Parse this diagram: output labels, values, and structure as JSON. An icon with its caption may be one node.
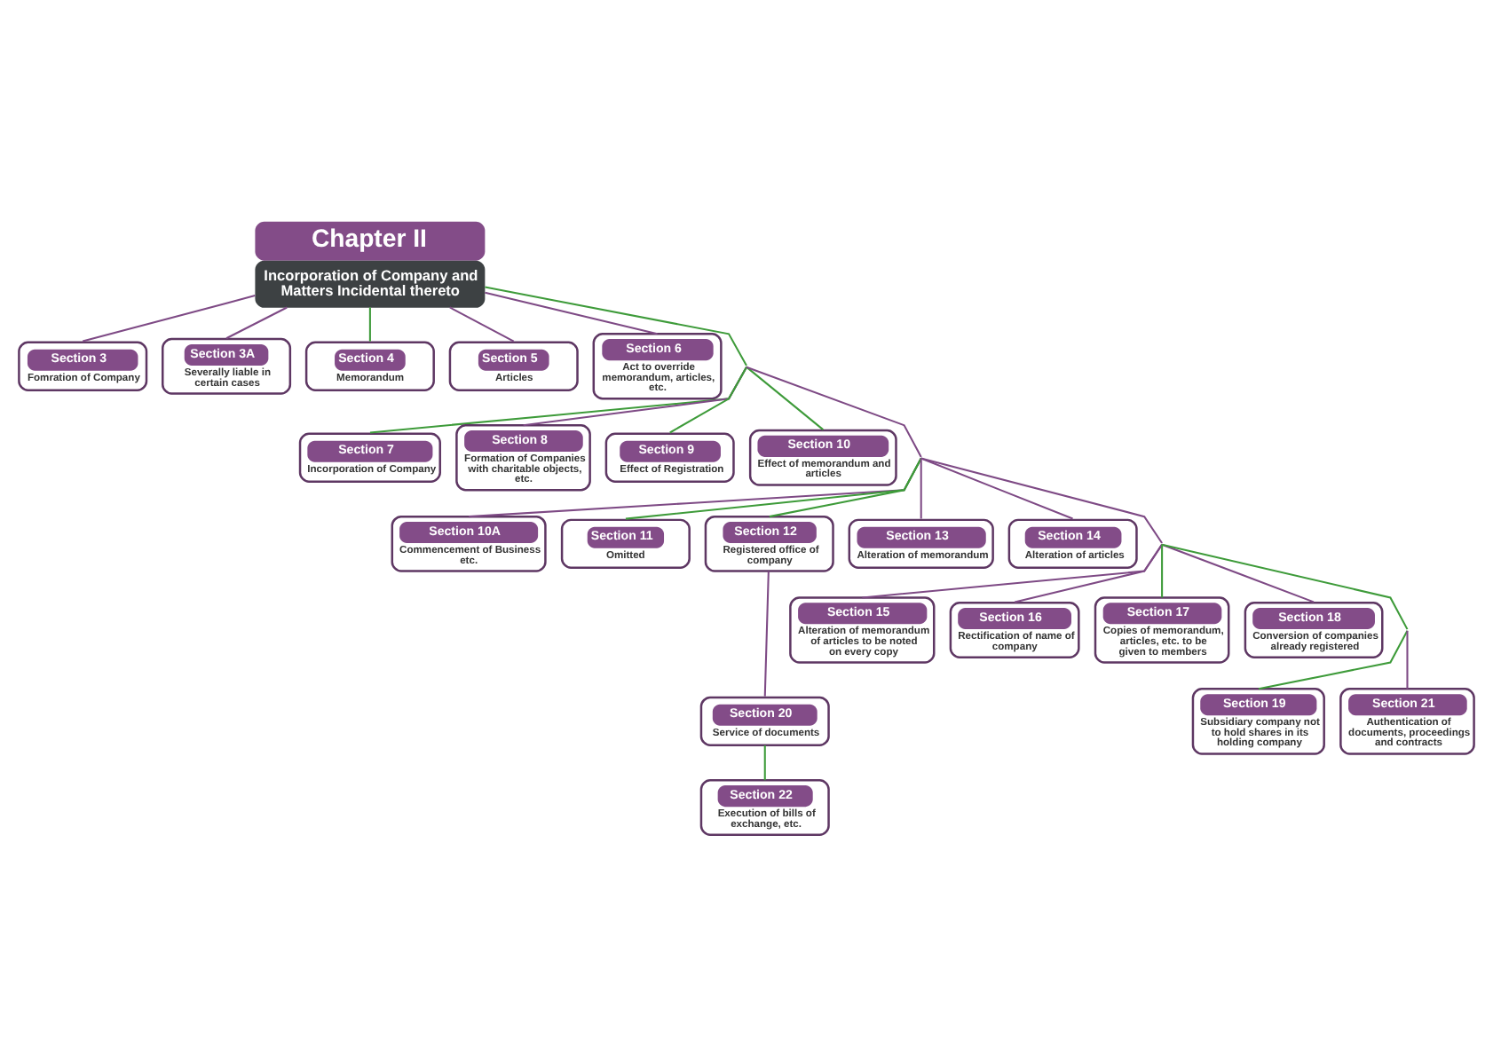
{
  "diagram": {
    "nodes": [
      {
        "text": [
          "Chapter II",
          "Incorporation of Company and Matters Incidental thereto"
        ]
      },
      {
        "text": [
          "Section 3",
          "Fomration of Company"
        ]
      },
      {
        "text": [
          "Section 3A",
          "Severally liable in certain cases"
        ]
      },
      {
        "text": [
          "Section 4",
          "Memorandum"
        ]
      },
      {
        "text": [
          "Section 5",
          "Articles"
        ]
      },
      {
        "text": [
          "Section 6",
          "Act to override memorandum, articles, etc."
        ]
      },
      {
        "text": [
          "Section 7",
          "Incorporation of Company"
        ]
      },
      {
        "text": [
          "Section 8",
          "Formation of Companies with charitable objects, etc."
        ]
      },
      {
        "text": [
          "Section 9",
          "Effect of Registration"
        ]
      },
      {
        "text": [
          "Section 10",
          "Effect of memorandum and articles"
        ]
      },
      {
        "text": [
          "Section 10A",
          "Commencement of Business etc."
        ]
      },
      {
        "text": [
          "Section 11",
          "Omitted"
        ]
      },
      {
        "text": [
          "Section 12",
          "Registered office of company"
        ]
      },
      {
        "text": [
          "Section 13",
          "Alteration of memorandum"
        ]
      },
      {
        "text": [
          "Section 14",
          "Alteration of articles"
        ]
      },
      {
        "text": [
          "Section 15",
          "Alteration of memorandum of articles to be noted on every copy"
        ]
      },
      {
        "text": [
          "Section 16",
          "Rectification of name of company"
        ]
      },
      {
        "text": [
          "Section 17",
          "Copies of memorandum, articles, etc. to be given to members"
        ]
      },
      {
        "text": [
          "Section 18",
          "Conversion of companies already registered"
        ]
      },
      {
        "text": [
          "Section 19",
          "Subsidiary company not to hold shares in its holding company"
        ]
      },
      {
        "text": [
          "Section 20",
          "Service of documents"
        ]
      },
      {
        "text": [
          "Section 21",
          "Authentication of documents, proceedings and contracts"
        ]
      },
      {
        "text": [
          "Section 22",
          "Execution of bills of exchange, etc."
        ]
      }
    ],
    "edges": [
      {
        "from": 0,
        "to": 1,
        "arrow": "none"
      },
      {
        "from": 0,
        "to": 2,
        "arrow": "none"
      },
      {
        "from": 0,
        "to": 3,
        "arrow": "none",
        "color": "#3e9b3a"
      },
      {
        "from": 0,
        "to": 4,
        "arrow": "none"
      },
      {
        "from": 0,
        "to": 5,
        "arrow": "none"
      },
      {
        "from": 0,
        "to": 6,
        "arrow": "none",
        "color": "#3e9b3a"
      },
      {
        "from": 0,
        "to": 7,
        "arrow": "none"
      },
      {
        "from": 0,
        "to": 8,
        "arrow": "none",
        "color": "#3e9b3a"
      },
      {
        "from": 0,
        "to": 9,
        "arrow": "none",
        "color": "#3e9b3a"
      },
      {
        "from": 0,
        "to": 10,
        "arrow": "none"
      },
      {
        "from": 0,
        "to": 11,
        "arrow": "none",
        "color": "#3e9b3a"
      },
      {
        "from": 0,
        "to": 12,
        "arrow": "none",
        "color": "#3e9b3a"
      },
      {
        "from": 0,
        "to": 13,
        "arrow": "none"
      },
      {
        "from": 0,
        "to": 14,
        "arrow": "none"
      },
      {
        "from": 0,
        "to": 15,
        "arrow": "none"
      },
      {
        "from": 0,
        "to": 16,
        "arrow": "none"
      },
      {
        "from": 0,
        "to": 17,
        "arrow": "none",
        "color": "#3e9b3a"
      },
      {
        "from": 0,
        "to": 18,
        "arrow": "none"
      },
      {
        "from": 0,
        "to": 19,
        "arrow": "none",
        "color": "#3e9b3a"
      },
      {
        "from": 12,
        "to": 20,
        "arrow": "none"
      },
      {
        "from": 0,
        "to": 21,
        "arrow": "none"
      },
      {
        "from": 20,
        "to": 22,
        "arrow": "none",
        "color": "#3e9b3a"
      }
    ]
  }
}
